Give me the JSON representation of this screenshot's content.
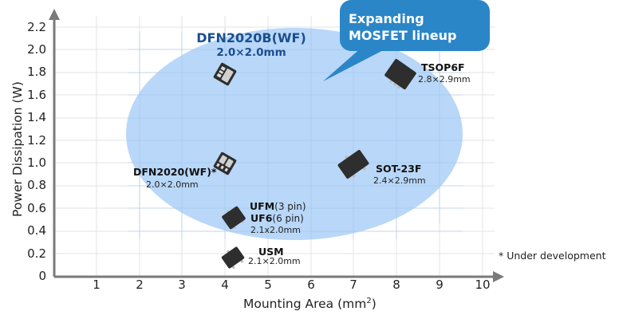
{
  "chart_data": {
    "type": "scatter",
    "title": "",
    "xlabel": "Mounting Area (mm²)",
    "ylabel": "Power Dissipation (W)",
    "xlim": [
      0,
      10
    ],
    "ylim": [
      0,
      2.2
    ],
    "grid": true,
    "x_ticks": [
      "1",
      "2",
      "3",
      "4",
      "5",
      "6",
      "7",
      "8",
      "9",
      "10"
    ],
    "y_ticks": [
      "0",
      "0.2",
      "0.4",
      "0.6",
      "0.8",
      "1.0",
      "1.2",
      "1.4",
      "1.6",
      "1.8",
      "2.0",
      "2.2"
    ],
    "points": [
      {
        "name": "DFN2020B(WF)",
        "size": "2.0×2.0mm",
        "x": 4.0,
        "y": 1.8,
        "featured": true
      },
      {
        "name": "TSOP6F",
        "size": "2.8×2.9mm",
        "x": 8.1,
        "y": 1.8
      },
      {
        "name": "DFN2020(WF)*",
        "size": "2.0×2.0mm",
        "x": 4.0,
        "y": 1.0,
        "note": "Under development"
      },
      {
        "name": "SOT-23F",
        "size": "2.4×2.9mm",
        "x": 7.0,
        "y": 0.95
      },
      {
        "name": "UFM / UF6",
        "pins": "(3 pin) / (6 pin)",
        "size": "2.1x2.0mm",
        "x": 4.2,
        "y": 0.5
      },
      {
        "name": "USM",
        "size": "2.1×2.0mm",
        "x": 4.2,
        "y": 0.15
      }
    ],
    "annotations": [
      "Expanding MOSFET lineup",
      "* Under development"
    ],
    "highlight_region": "ellipse covering new MOSFET lineup (DFN2020B(WF), TSOP6F, DFN2020(WF), SOT-23F, UFM/UF6)"
  },
  "axes": {
    "x_title": "Mounting Area (mm",
    "x_title_sup": "2",
    "x_title_end": ")",
    "y_title": "Power Dissipation  (W)",
    "x_ticks": [
      "1",
      "2",
      "3",
      "4",
      "5",
      "6",
      "7",
      "8",
      "9",
      "10"
    ],
    "y_ticks": [
      "0",
      "0.2",
      "0.4",
      "0.6",
      "0.8",
      "1.0",
      "1.2",
      "1.4",
      "1.6",
      "1.8",
      "2.0",
      "2.2"
    ]
  },
  "callout": {
    "line1": "Expanding",
    "line2": "MOSFET lineup",
    "color": "#2b86c8"
  },
  "packages": {
    "dfn2020b": {
      "name": "DFN2020B(WF)",
      "size": "2.0×2.0mm"
    },
    "tsop6f": {
      "name": "TSOP6F",
      "size": "2.8×2.9mm"
    },
    "dfn2020": {
      "name": "DFN2020(WF)*",
      "size": "2.0×2.0mm"
    },
    "sot23f": {
      "name": "SOT-23F",
      "size": "2.4×2.9mm"
    },
    "ufm": {
      "name": "UFM",
      "pins": "(3 pin)"
    },
    "uf6": {
      "name": "UF6",
      "pins": "(6 pin)",
      "size": "2.1x2.0mm"
    },
    "usm": {
      "name": "USM",
      "size": "2.1×2.0mm"
    }
  },
  "footnote": "*  Under development",
  "colors": {
    "ellipse": "#b3d4f7",
    "featured_text": "#1a4f8f",
    "axis": "#7a7a7a",
    "grid": "#e3e3e3",
    "chip": "#2e2e2e"
  }
}
